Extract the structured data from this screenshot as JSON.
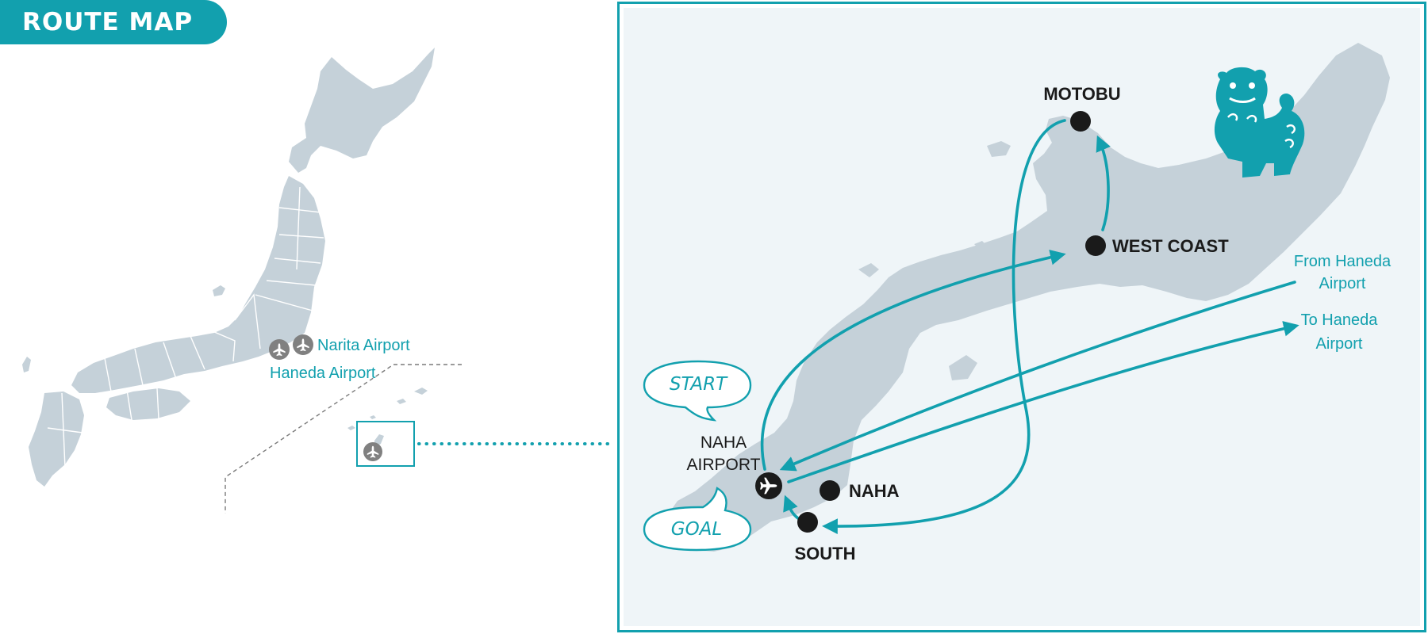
{
  "title": "ROUTE MAP",
  "colors": {
    "teal": "#12a0ae",
    "land": "#c5d1d9",
    "panel_bg": "#eff5f8",
    "stop_marker": "#1a1a1a",
    "airport_small": "#808080"
  },
  "japan_overview": {
    "airports": [
      {
        "name": "Narita Airport",
        "icon": "airplane-icon"
      },
      {
        "name": "Haneda Airport",
        "icon": "airplane-icon"
      }
    ],
    "inset_icon": "airplane-icon"
  },
  "okinawa_detail": {
    "start_label": "START",
    "goal_label": "GOAL",
    "stops": [
      {
        "id": "naha-airport",
        "name_line1": "NAHA",
        "name_line2": "AIRPORT",
        "icon": "airplane-icon"
      },
      {
        "id": "naha",
        "name": "NAHA"
      },
      {
        "id": "south",
        "name": "SOUTH"
      },
      {
        "id": "west-coast",
        "name": "WEST COAST"
      },
      {
        "id": "motobu",
        "name": "MOTOBU"
      }
    ],
    "external": {
      "from_line1": "From Haneda",
      "from_line2": "Airport",
      "to_line1": "To Haneda",
      "to_line2": "Airport"
    },
    "mascot_icon": "shisa-lion-icon"
  }
}
